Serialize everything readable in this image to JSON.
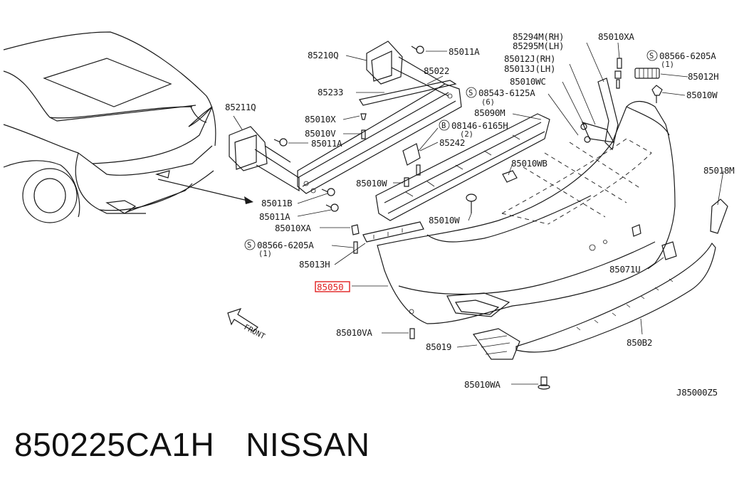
{
  "diagram": {
    "code": "J85000Z5",
    "front_label": "FRONT",
    "highlight_part": "85050",
    "labels": {
      "p85210Q": "85210Q",
      "p85011A_top": "85011A",
      "p85022": "85022",
      "p85233": "85233",
      "p85211Q": "85211Q",
      "p85010X": "85010X",
      "p85010V": "85010V",
      "p85011A_mid": "85011A",
      "p85011B": "85011B",
      "p85011A_low": "85011A",
      "p85010XA_left": "85010XA",
      "p08566_left": "08566-6205A",
      "p08566_left_qty": "(1)",
      "p85013H": "85013H",
      "p85294M": "85294M(RH)",
      "p85295M": "85295M(LH)",
      "p85010XA_right": "85010XA",
      "p08566_right": "08566-6205A",
      "p08566_right_qty": "(1)",
      "p85012J": "85012J(RH)",
      "p85013J": "85013J(LH)",
      "p85012H": "85012H",
      "p85010WC": "85010WC",
      "p85010W_right": "85010W",
      "p08543": "08543-6125A",
      "p08543_qty": "(6)",
      "p85090M": "85090M",
      "p08146": "08146-6165H",
      "p08146_qty": "(2)",
      "p85242": "85242",
      "p85010W_mid": "85010W",
      "p85010WB": "85010WB",
      "p85010W_low": "85010W",
      "p85018M": "85018M",
      "p85071U": "85071U",
      "p85010VA": "85010VA",
      "p85019": "85019",
      "p850B2": "850B2",
      "p85010WA": "85010WA"
    }
  },
  "footer": {
    "part_number": "850225CA1H",
    "brand": "NISSAN"
  }
}
